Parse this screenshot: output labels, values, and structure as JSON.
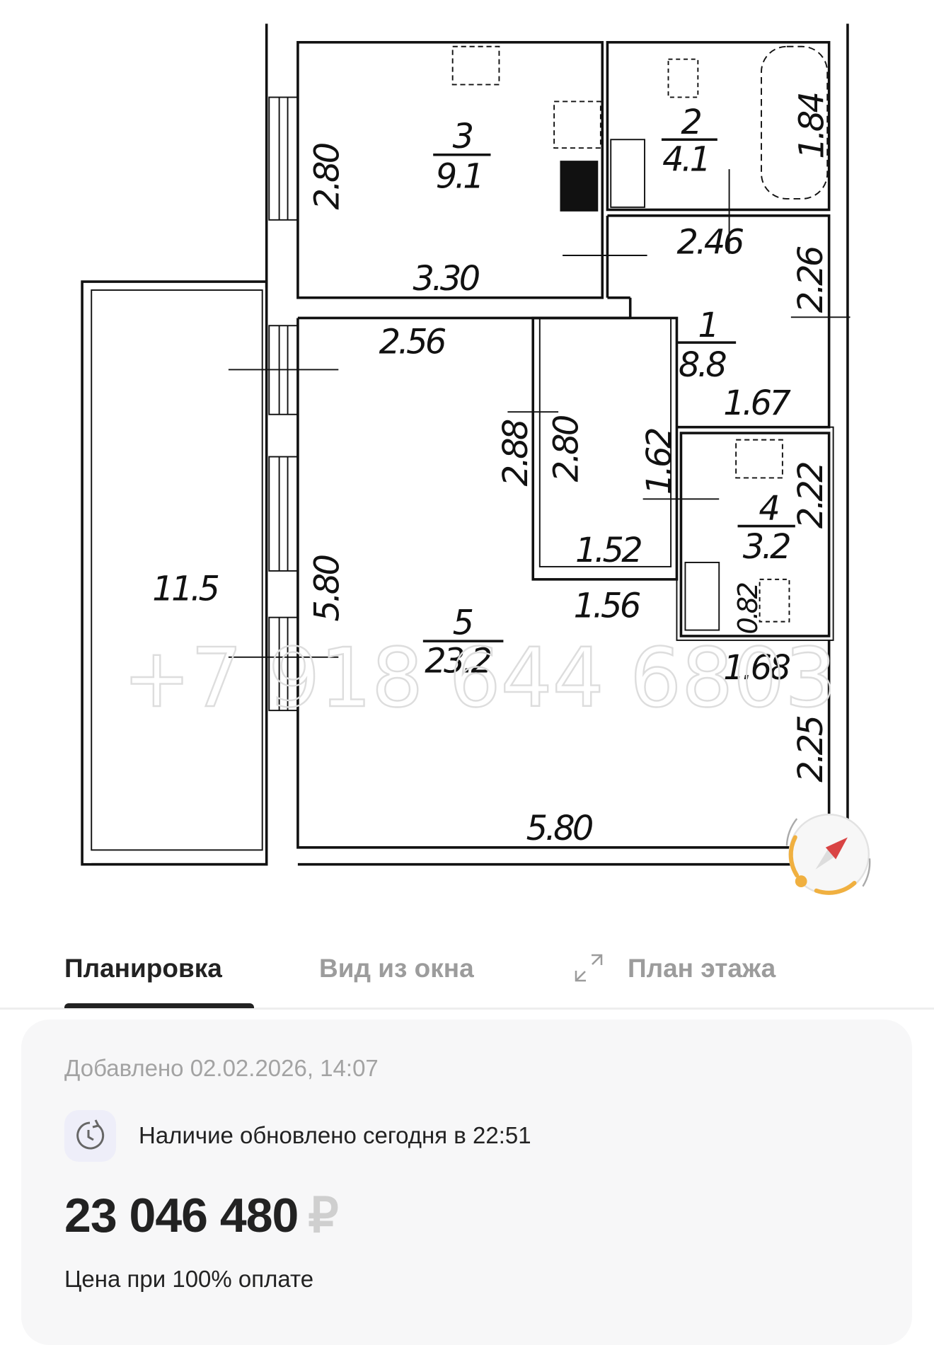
{
  "floor_plan": {
    "rooms": [
      {
        "number": "1",
        "area": "8.8"
      },
      {
        "number": "2",
        "area": "4.1"
      },
      {
        "number": "3",
        "area": "9.1"
      },
      {
        "number": "4",
        "area": "3.2"
      },
      {
        "number": "5",
        "area": "23.2"
      }
    ],
    "balcony_area": "11.5",
    "dimensions": [
      "2.80",
      "3.30",
      "1.84",
      "2.46",
      "2.26",
      "2.56",
      "1.67",
      "2.88",
      "2.80",
      "1.62",
      "2.22",
      "1.52",
      "1.56",
      "5.80",
      "0.82",
      "1.68",
      "2.25",
      "5.80"
    ],
    "watermark": "+7 918 644 6803",
    "compass_colors": {
      "needle": "#d94444",
      "sun": "#f0b040"
    }
  },
  "tabs": [
    {
      "label": "Планировка",
      "active": true
    },
    {
      "label": "Вид из окна",
      "active": false
    },
    {
      "label": "План этажа",
      "active": false,
      "icon": "expand-icon"
    }
  ],
  "info": {
    "added": "Добавлено 02.02.2026, 14:07",
    "availability": "Наличие обновлено сегодня в 22:51",
    "availability_icon": "clock-refresh-icon",
    "price": "23 046 480",
    "currency": "₽",
    "price_caption": "Цена при 100% оплате"
  }
}
